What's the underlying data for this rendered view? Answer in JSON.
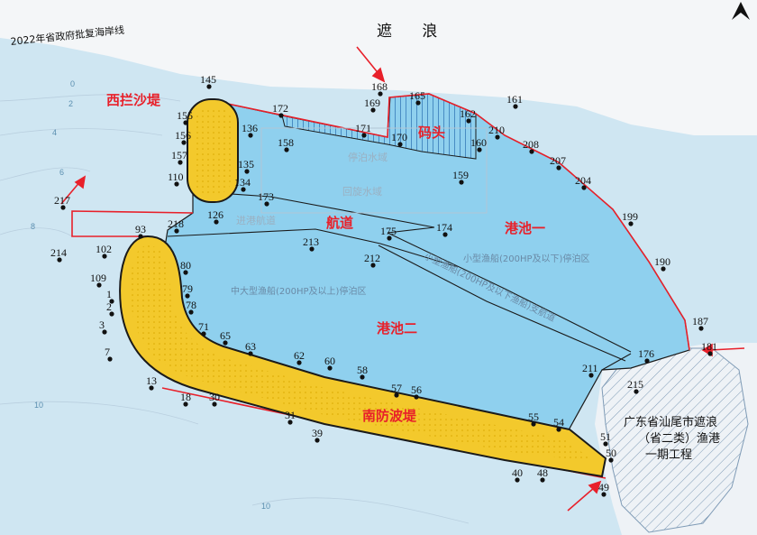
{
  "map": {
    "title_top": "遮 浪",
    "coastline_label": "2022年省政府批复海岸线",
    "project_name": [
      "广东省汕尾市遮浪",
      "（省二类）渔港",
      "一期工程"
    ],
    "colors": {
      "sea": "#cfe6f2",
      "basin": "#8fd0ee",
      "breakwater": "#f3c92c",
      "boundary": "#e8202a",
      "land": "#f4f6f8",
      "hatch": "#2a6fb0"
    },
    "features": {
      "west_dam": "西拦沙堤",
      "pier": "码头",
      "basin_1": "港池一",
      "basin_2": "港池二",
      "channel": "航道",
      "south_breakwater": "南防波堤"
    },
    "zones": {
      "berthing_water": "停泊水域",
      "turning_water": "回旋水域",
      "entry_channel": "进港航道",
      "small_boats": "小型渔船(200HP及以下)停泊区",
      "medium_large_boats": "中大型渔船(200HP及以上)停泊区",
      "small_branch_channel": "小型渔船(200HP及以下渔船)支航道"
    },
    "depth_labels": [
      "0",
      "2",
      "4",
      "6",
      "8",
      "10",
      "10"
    ],
    "points": [
      "145",
      "155",
      "156",
      "157",
      "110",
      "136",
      "135",
      "134",
      "126",
      "172",
      "158",
      "171",
      "170",
      "168",
      "169",
      "165",
      "161",
      "162",
      "160",
      "159",
      "210",
      "208",
      "207",
      "204",
      "199",
      "190",
      "187",
      "181",
      "176",
      "215",
      "211",
      "173",
      "174",
      "175",
      "212",
      "213",
      "218",
      "217",
      "214",
      "93",
      "102",
      "109",
      "80",
      "79",
      "78",
      "1",
      "2",
      "3",
      "7",
      "13",
      "18",
      "30",
      "71",
      "65",
      "63",
      "62",
      "60",
      "58",
      "57",
      "56",
      "55",
      "54",
      "51",
      "50",
      "49",
      "48",
      "40",
      "39",
      "31"
    ]
  }
}
